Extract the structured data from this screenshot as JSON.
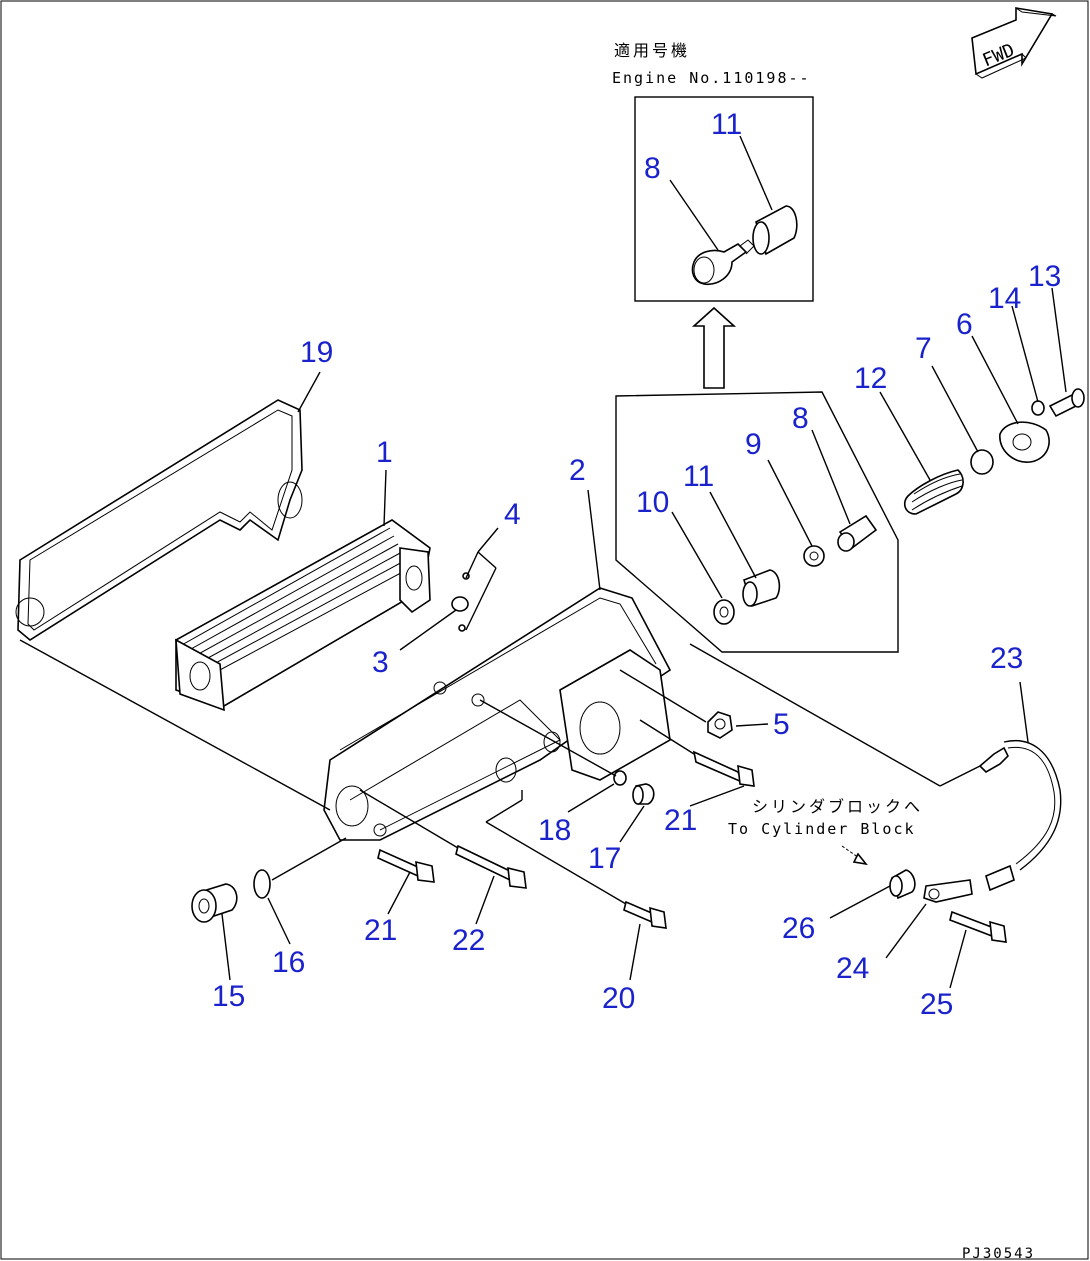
{
  "header": {
    "applicable_jp": "適用号機",
    "engine_no": "Engine No.110198--"
  },
  "annotations": {
    "to_block_jp": "シリンダブロックへ",
    "to_block_en": "To Cylinder Block",
    "fwd": "FWD",
    "drawing_code": "PJ30543"
  },
  "callouts": [
    {
      "id": "c11-top",
      "label": "11"
    },
    {
      "id": "c8-top",
      "label": "8"
    },
    {
      "id": "c19",
      "label": "19"
    },
    {
      "id": "c1",
      "label": "1"
    },
    {
      "id": "c2",
      "label": "2"
    },
    {
      "id": "c4",
      "label": "4"
    },
    {
      "id": "c3",
      "label": "3"
    },
    {
      "id": "c12",
      "label": "12"
    },
    {
      "id": "c7",
      "label": "7"
    },
    {
      "id": "c6",
      "label": "6"
    },
    {
      "id": "c14",
      "label": "14"
    },
    {
      "id": "c13",
      "label": "13"
    },
    {
      "id": "c9",
      "label": "9"
    },
    {
      "id": "c8-mid",
      "label": "8"
    },
    {
      "id": "c11-mid",
      "label": "11"
    },
    {
      "id": "c10",
      "label": "10"
    },
    {
      "id": "c5",
      "label": "5"
    },
    {
      "id": "c23",
      "label": "23"
    },
    {
      "id": "c21-right",
      "label": "21"
    },
    {
      "id": "c18",
      "label": "18"
    },
    {
      "id": "c17",
      "label": "17"
    },
    {
      "id": "c21-left",
      "label": "21"
    },
    {
      "id": "c22",
      "label": "22"
    },
    {
      "id": "c16",
      "label": "16"
    },
    {
      "id": "c15",
      "label": "15"
    },
    {
      "id": "c20",
      "label": "20"
    },
    {
      "id": "c26",
      "label": "26"
    },
    {
      "id": "c24",
      "label": "24"
    },
    {
      "id": "c25",
      "label": "25"
    }
  ],
  "colors": {
    "callout": "#1a22cc",
    "line": "#000000"
  }
}
